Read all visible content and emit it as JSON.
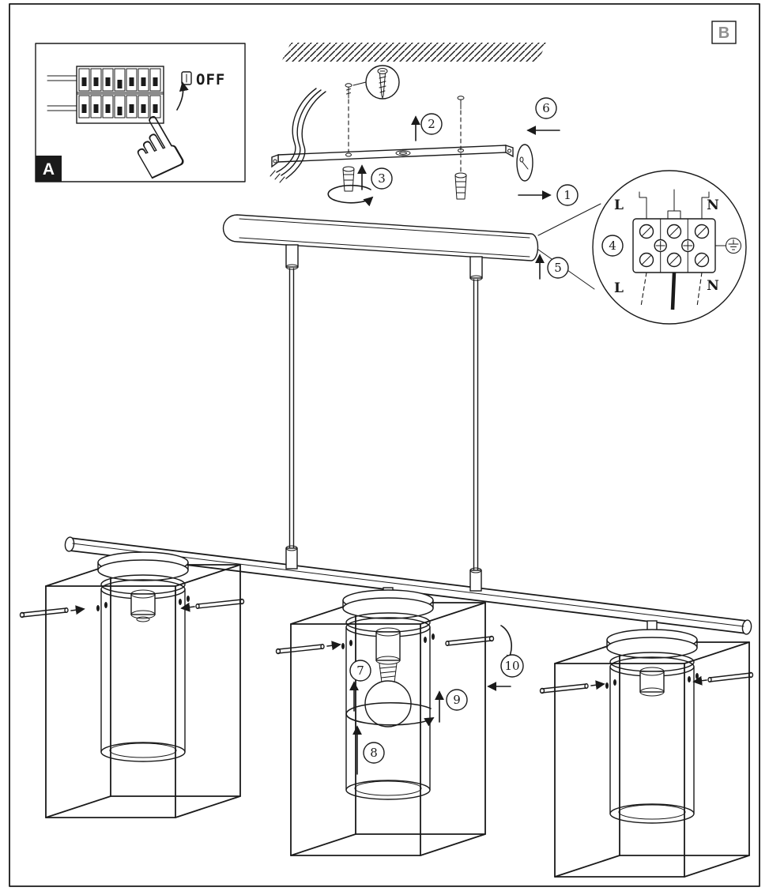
{
  "page": {
    "inset_badge": "A",
    "page_badge": "B"
  },
  "inset": {
    "switch_state_label": "OFF",
    "hand_icon": "☝"
  },
  "steps": [
    "1",
    "2",
    "3",
    "4",
    "5",
    "6",
    "7",
    "8",
    "9",
    "10"
  ],
  "terminal_detail": {
    "top_left": "L",
    "top_right": "N",
    "bottom_left": "L",
    "bottom_right": "N"
  },
  "colors": {
    "line": "#1a1a1a",
    "paper": "#ffffff"
  }
}
